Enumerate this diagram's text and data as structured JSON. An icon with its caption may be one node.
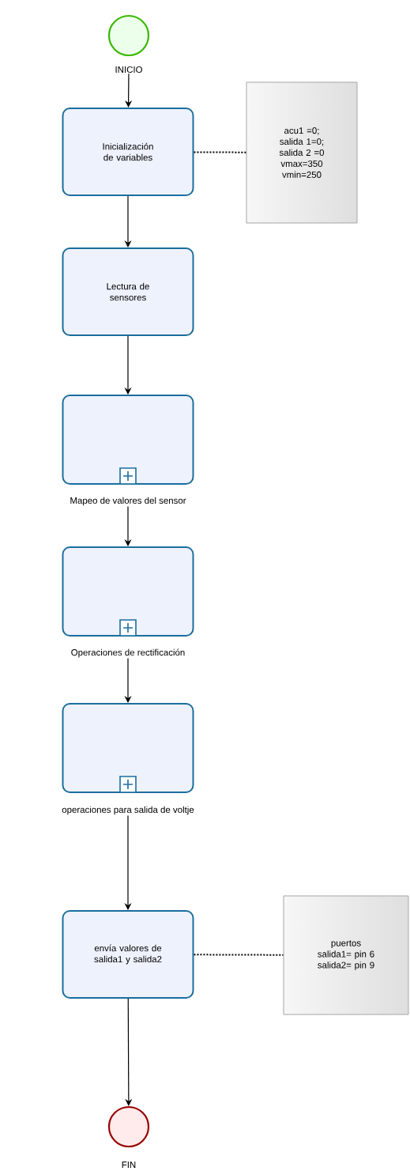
{
  "diagram": {
    "nodes": [
      {
        "text": [
          "INICIO"
        ]
      },
      {
        "text": [
          "Inicialización de variables"
        ]
      },
      {
        "text": [
          "acu1 =0; salida 1=0; salida 2 =0 vmax=350 vmin=250"
        ]
      },
      {
        "text": [
          "Lectura de sensores"
        ]
      },
      {
        "text": [
          "Mapeo de valores del sensor"
        ]
      },
      {
        "text": [
          "Operaciones de rectificación"
        ]
      },
      {
        "text": [
          "operaciones para salida de voltje"
        ]
      },
      {
        "text": [
          "envía valores de salida1 y salida2"
        ]
      },
      {
        "text": [
          "puertos salida1= pin 6 salida2= pin 9"
        ]
      },
      {
        "text": [
          "FIN"
        ]
      }
    ],
    "edges": [
      {
        "from": 0,
        "to": 1,
        "arrow": "to"
      },
      {
        "from": 1,
        "to": 2,
        "arrow": "none",
        "style": "dashed"
      },
      {
        "from": 1,
        "to": 3,
        "arrow": "to"
      },
      {
        "from": 3,
        "to": 4,
        "arrow": "to"
      },
      {
        "from": 4,
        "to": 5,
        "arrow": "to"
      },
      {
        "from": 5,
        "to": 6,
        "arrow": "to"
      },
      {
        "from": 6,
        "to": 7,
        "arrow": "to"
      },
      {
        "from": 7,
        "to": 8,
        "arrow": "none",
        "style": "dashed"
      },
      {
        "from": 7,
        "to": 9,
        "arrow": "to"
      }
    ]
  }
}
